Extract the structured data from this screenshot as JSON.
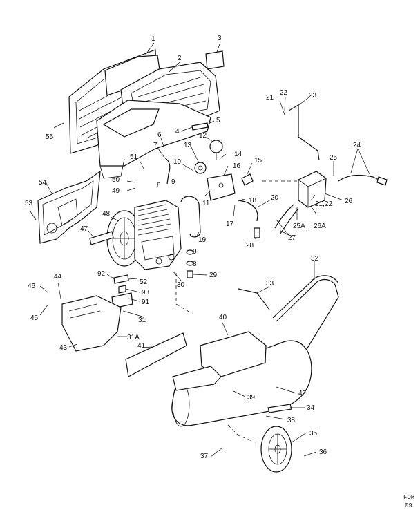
{
  "diagram": {
    "part_labels": [
      "1",
      "2",
      "3",
      "4",
      "5",
      "6",
      "7",
      "8",
      "8",
      "9",
      "9",
      "10",
      "11",
      "12",
      "13",
      "14",
      "15",
      "16",
      "17",
      "18",
      "19",
      "20",
      "21",
      "21,22",
      "22",
      "23",
      "24",
      "25",
      "25A",
      "26",
      "26A",
      "27",
      "28",
      "29",
      "30",
      "31",
      "31A",
      "32",
      "33",
      "34",
      "35",
      "36",
      "37",
      "38",
      "39",
      "40",
      "41",
      "42",
      "43",
      "44",
      "45",
      "46",
      "47",
      "48",
      "49",
      "50",
      "51",
      "52",
      "53",
      "54",
      "55",
      "91",
      "92",
      "93"
    ],
    "corner_code": [
      "FOR",
      "09"
    ]
  }
}
